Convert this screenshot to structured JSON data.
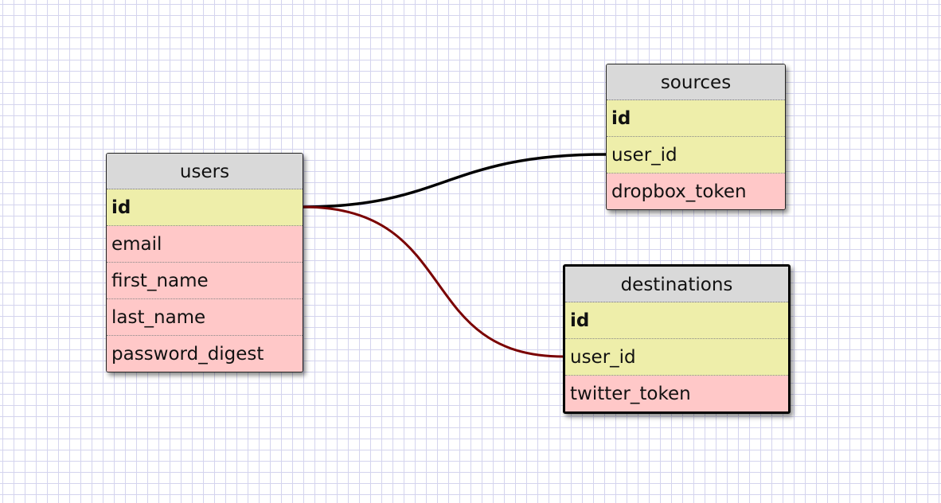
{
  "canvas": {
    "background_color": "#ffffff",
    "grid_color": "#d4d4ee"
  },
  "colors": {
    "header": "#d9d9d9",
    "key_row": "#eeeeaa",
    "plain_row": "#ffc8c8",
    "relation_sources": "#000000",
    "relation_destinations": "#7a0000"
  },
  "tables": {
    "users": {
      "name": "users",
      "columns": [
        {
          "name": "id",
          "kind": "primary-key"
        },
        {
          "name": "email",
          "kind": "plain"
        },
        {
          "name": "first_name",
          "kind": "plain"
        },
        {
          "name": "last_name",
          "kind": "plain"
        },
        {
          "name": "password_digest",
          "kind": "plain"
        }
      ]
    },
    "sources": {
      "name": "sources",
      "columns": [
        {
          "name": "id",
          "kind": "primary-key"
        },
        {
          "name": "user_id",
          "kind": "foreign-key"
        },
        {
          "name": "dropbox_token",
          "kind": "plain"
        }
      ]
    },
    "destinations": {
      "name": "destinations",
      "selected": true,
      "columns": [
        {
          "name": "id",
          "kind": "primary-key"
        },
        {
          "name": "user_id",
          "kind": "foreign-key"
        },
        {
          "name": "twitter_token",
          "kind": "plain"
        }
      ]
    }
  },
  "relations": [
    {
      "from": "users.id",
      "to": "sources.user_id",
      "color": "#000000"
    },
    {
      "from": "users.id",
      "to": "destinations.user_id",
      "color": "#7a0000"
    }
  ]
}
